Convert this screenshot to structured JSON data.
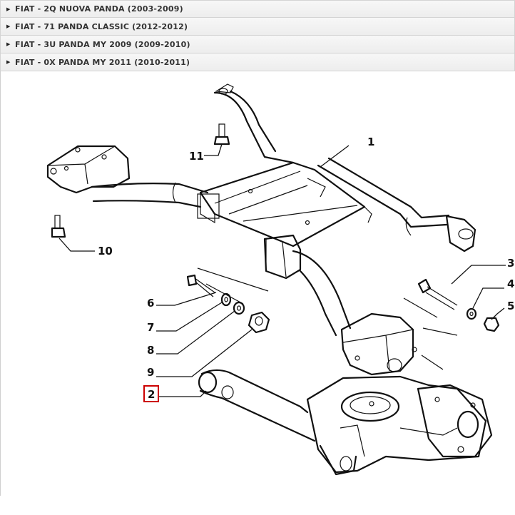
{
  "model_list": {
    "items": [
      {
        "label": "FIAT - 2Q NUOVA PANDA (2003-2009)"
      },
      {
        "label": "FIAT - 71 PANDA CLASSIC (2012-2012)"
      },
      {
        "label": "FIAT - 3U PANDA MY 2009 (2009-2010)"
      },
      {
        "label": "FIAT - 0X PANDA MY 2011 (2010-2011)"
      }
    ]
  },
  "diagram": {
    "callouts": {
      "c1": "1",
      "c2": "2",
      "c3": "3",
      "c4": "4",
      "c5": "5",
      "c6": "6",
      "c7": "7",
      "c8": "8",
      "c9": "9",
      "c10": "10",
      "c11": "11"
    },
    "highlighted_callout": "2",
    "highlight_color": "#cc0000"
  }
}
